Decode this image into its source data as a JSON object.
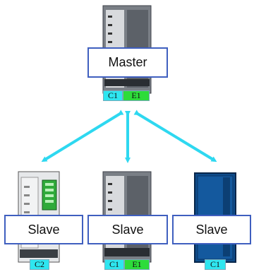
{
  "diagram": {
    "master": {
      "label": "Master",
      "ports": [
        "C1",
        "E1"
      ]
    },
    "slaves": [
      {
        "label": "Slave",
        "ports": [
          "C2"
        ]
      },
      {
        "label": "Slave",
        "ports": [
          "C1",
          "E1"
        ]
      },
      {
        "label": "Slave",
        "ports": [
          "C1"
        ]
      }
    ],
    "colors": {
      "arrow": "#2ed8f0",
      "box_border": "#3f5fbf",
      "port_cyan": "#2ee6f0",
      "port_green": "#2ddc3a",
      "slave3_body": "#0f4c8a"
    }
  }
}
